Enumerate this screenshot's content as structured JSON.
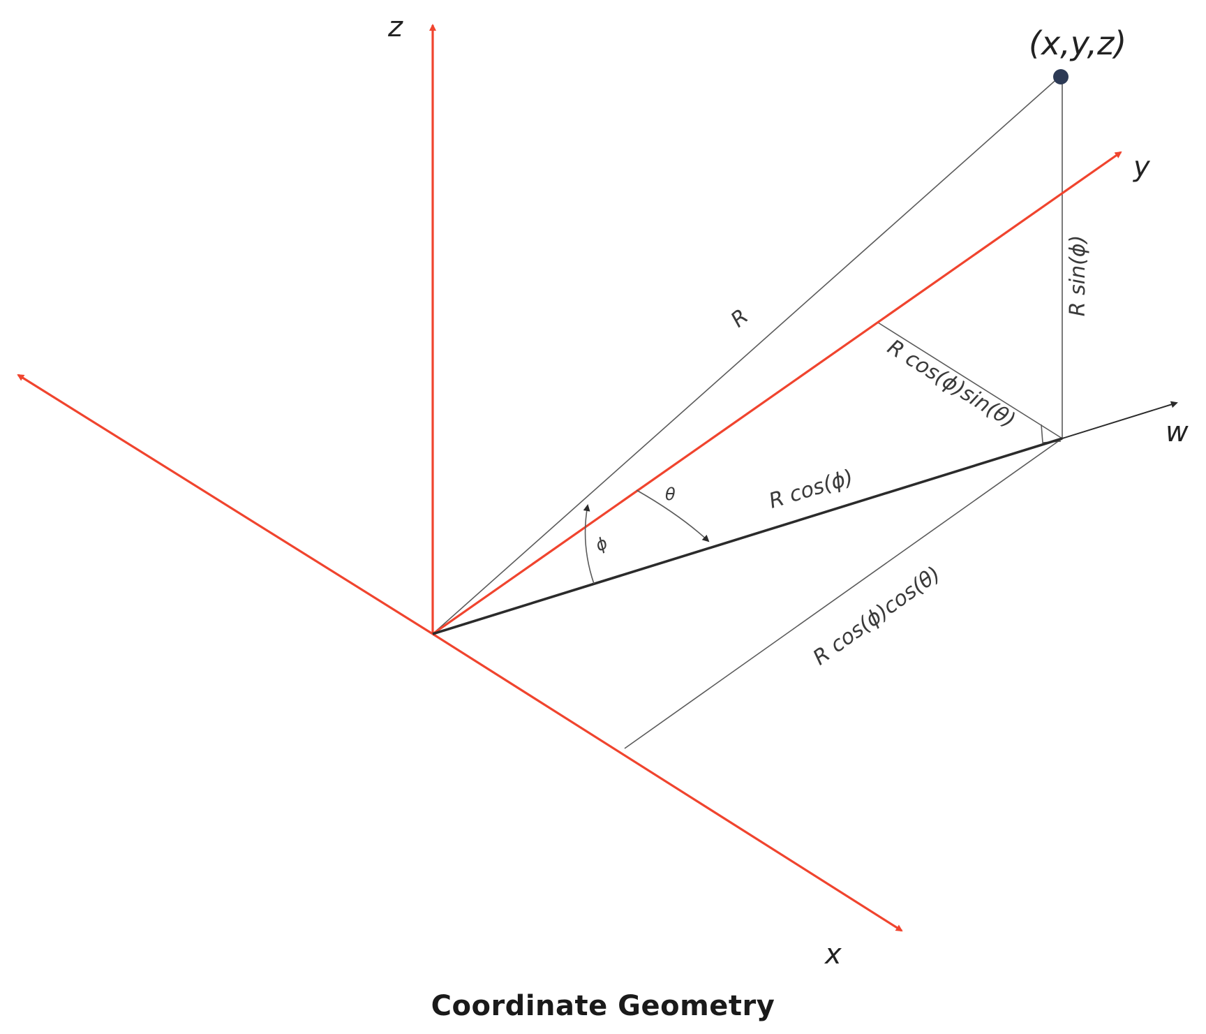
{
  "diagram": {
    "caption": "Coordinate Geometry",
    "colors": {
      "axis": "#f0442e",
      "line": "#2b2b2b",
      "point": "#2c3a55"
    },
    "labels": {
      "z_axis": "z",
      "y_axis": "y",
      "x_axis": "x",
      "w_axis": "w",
      "point": "(x,y,z)",
      "radius": "R",
      "vertical": "R sin(ϕ)",
      "horizontal": "R cos(ϕ)",
      "y_component": "R cos(ϕ)sin(θ)",
      "x_component": "R cos(ϕ)cos(θ)",
      "theta": "θ",
      "phi": "ϕ"
    }
  }
}
